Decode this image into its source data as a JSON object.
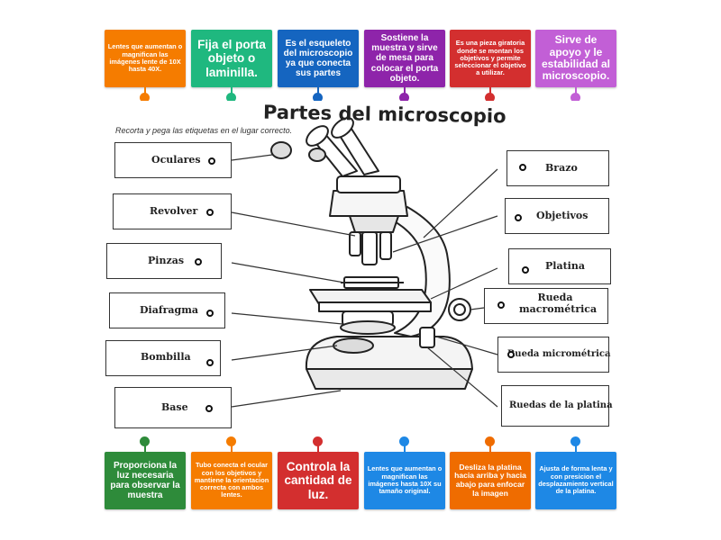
{
  "top_cards": [
    {
      "text": "Lentes que aumentan o magnifican las imágenes lente de 10X hasta 40X.",
      "color": "#f57c00"
    },
    {
      "text": "Fija el porta objeto o laminilla.",
      "color": "#1fb87f"
    },
    {
      "text": "Es el esqueleto del microscopio ya que conecta sus partes",
      "color": "#1565c0"
    },
    {
      "text": "Sostiene la muestra y sirve de mesa para colocar el porta objeto.",
      "color": "#8e24aa"
    },
    {
      "text": "Es una pieza giratoria donde se montan los objetivos y permite seleccionar el objetivo a utilizar.",
      "color": "#d32f2f"
    },
    {
      "text": "Sirve de apoyo y le estabilidad al microscopio.",
      "color": "#c25fd6"
    }
  ],
  "bottom_cards": [
    {
      "text": "Proporciona la luz necesaria para observar la muestra",
      "color": "#2e8b3a"
    },
    {
      "text": "Tubo conecta el ocular con los objetivos y mantiene la orientacion correcta con ambos lentes.",
      "color": "#f57c00"
    },
    {
      "text": "Controla la cantidad de luz.",
      "color": "#d32f2f"
    },
    {
      "text": "Lentes que aumentan o magnifican las imágenes hasta 10X su tamaño original.",
      "color": "#1e88e5"
    },
    {
      "text": "Desliza la platina hacia arriba y hacia abajo para enfocar la imagen",
      "color": "#ef6c00"
    },
    {
      "text": "Ajusta de forma lenta y con presicion el desplazamiento vertical de la platina.",
      "color": "#1e88e5"
    }
  ],
  "worksheet": {
    "title": "Partes del microscopio",
    "instruction": "Recorta y pega las etiquetas en el lugar correcto.",
    "left_labels": [
      "Oculares",
      "Revolver",
      "Pinzas",
      "Diafragma",
      "Bombilla",
      "Base"
    ],
    "right_labels": [
      "Brazo",
      "Objetivos",
      "Platina",
      "Rueda macrométrica",
      "Rueda micrométrica",
      "Ruedas de la platina"
    ]
  }
}
